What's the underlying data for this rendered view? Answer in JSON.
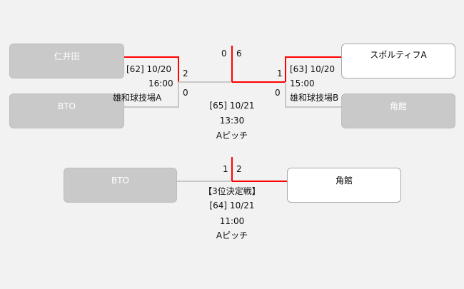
{
  "colors": {
    "winner_line": "#ff0000",
    "loser_line": "#c8c8c8",
    "team_lost_bg": "#c9c9c9",
    "team_won_bg": "#ffffff"
  },
  "semi_left": {
    "team_top": "仁井田",
    "team_bottom": "BTO",
    "score_top": "2",
    "score_bottom": "0",
    "match": "[62] 10/20",
    "time": "16:00",
    "venue": "雄和球技場A"
  },
  "semi_right": {
    "team_top": "スポルティフA",
    "team_bottom": "角館",
    "score_top": "1",
    "score_bottom": "0",
    "match": "[63] 10/20",
    "time": "15:00",
    "venue": "雄和球技場B"
  },
  "final": {
    "score_left": "0",
    "score_right": "6",
    "match": "[65] 10/21",
    "time": "13:30",
    "venue": "Aピッチ"
  },
  "third_place": {
    "team_left": "BTO",
    "team_right": "角館",
    "score_left": "1",
    "score_right": "2",
    "title": "【3位決定戦】",
    "match": "[64] 10/21",
    "time": "11:00",
    "venue": "Aピッチ"
  }
}
